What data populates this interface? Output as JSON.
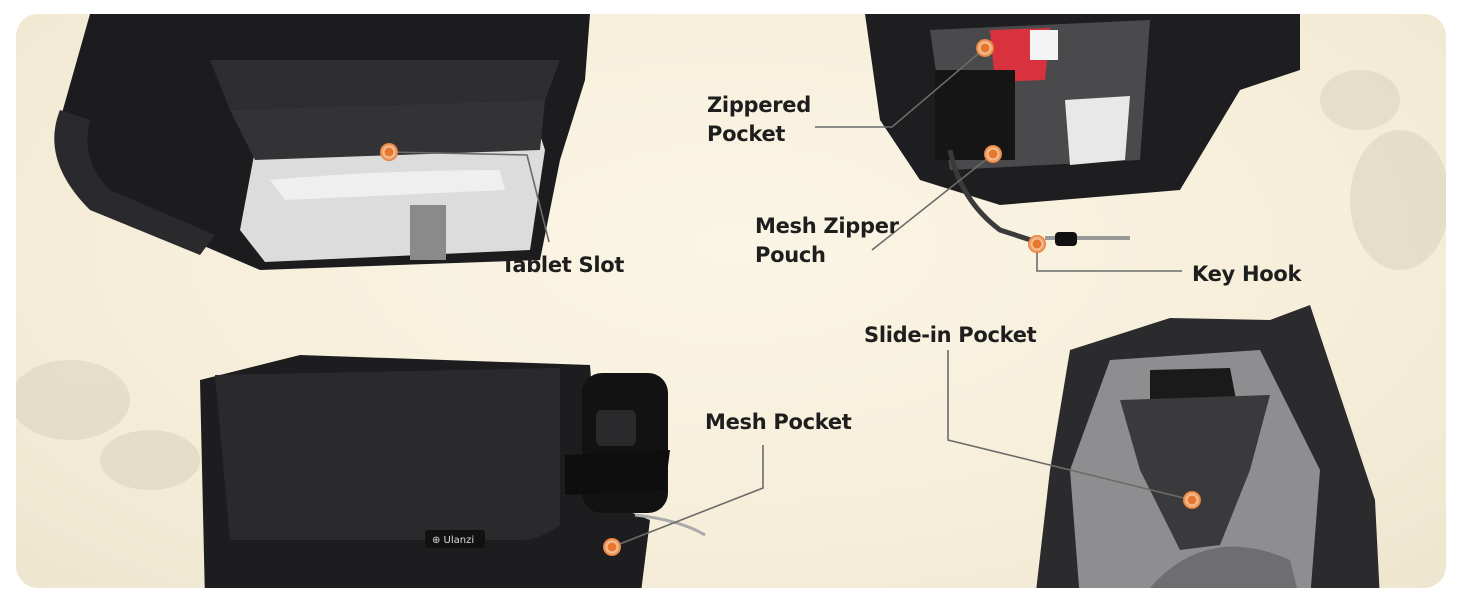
{
  "labels": {
    "tablet_slot": "Tablet Slot",
    "zippered_pocket_line1": "Zippered",
    "zippered_pocket_line2": "Pocket",
    "mesh_zipper_pouch_line1": "Mesh Zipper",
    "mesh_zipper_pouch_line2": "Pouch",
    "key_hook": "Key Hook",
    "slide_in_pocket": "Slide-in Pocket",
    "mesh_pocket": "Mesh Pocket"
  },
  "brand_logo": "Ulanzi",
  "colors": {
    "background": "#f6eed9",
    "marker": "#e8772e",
    "leader_line": "#6b6b6b",
    "bag": "#1f1f21",
    "text": "#1e1e1e"
  }
}
